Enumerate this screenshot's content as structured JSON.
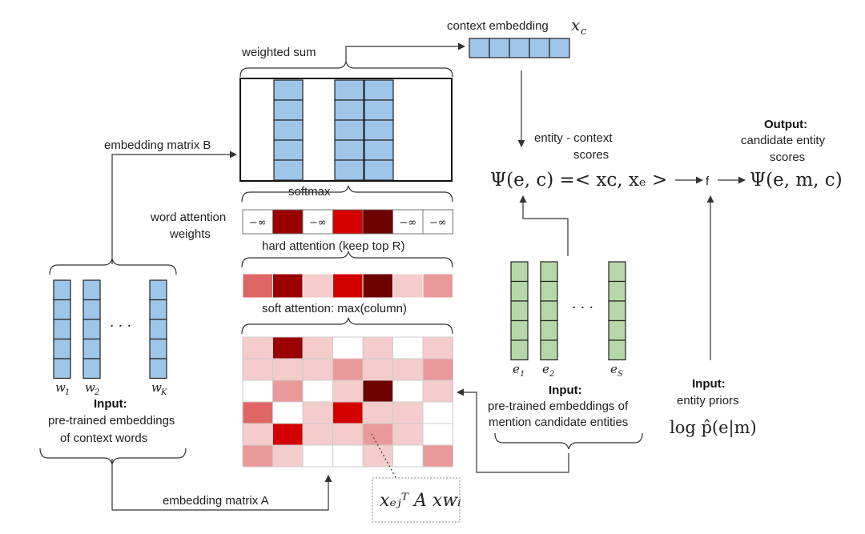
{
  "labels": {
    "context_embedding": "context embedding",
    "context_embedding_sym": "x",
    "context_embedding_sub": "c",
    "weighted_sum": "weighted sum",
    "embedding_matrix_b": "embedding matrix B",
    "softmax": "softmax",
    "word_attention_1": "word attention",
    "word_attention_2": "weights",
    "hard_attention": "hard attention (keep top R)",
    "soft_attention": "soft attention: max(column)",
    "embedding_matrix_a": "embedding matrix A",
    "entity_context_1": "entity - context",
    "entity_context_2": "scores",
    "psi_ec": "Ψ(e, c) =< xᴄ, xₑ >",
    "f": "f",
    "psi_emc": "Ψ(e, m, c)",
    "output_title": "Output:",
    "output_1": "candidate entity",
    "output_2": "scores",
    "input_left_title": "Input:",
    "input_left_1": "pre-trained embeddings",
    "input_left_2": "of context words",
    "input_mid_title": "Input:",
    "input_mid_1": "pre-trained embeddings of",
    "input_mid_2": "mention candidate entities",
    "input_right_title": "Input:",
    "input_right_1": "entity priors",
    "log_prior": "log p̂(e|m)",
    "formula": "xₑⱼᵀ A xᴡᵢ",
    "neg_inf": "−∞",
    "dots": "· · ·"
  },
  "word_labels": [
    "w1",
    "w2",
    "wK"
  ],
  "entity_labels": [
    "e1",
    "e2",
    "eS"
  ],
  "colors": {
    "blue_cell": "#9fc5e8",
    "green_cell": "#b6d7a8",
    "cell_border": "#222222"
  },
  "attention": {
    "weights": [
      "-inf",
      "#9b0000",
      "-inf",
      "#d40000",
      "#6e0000",
      "-inf",
      "-inf"
    ],
    "hard": [
      "#e06666",
      "#9b0000",
      "#f4cccc",
      "#d40000",
      "#6e0000",
      "#f4cccc",
      "#ea9999"
    ],
    "matrix": [
      [
        "#f4cccc",
        "#9b0000",
        "#f4cccc",
        "#ffffff",
        "#f4cccc",
        "#ffffff",
        "#f4cccc"
      ],
      [
        "#f4cccc",
        "#f4cccc",
        "#f4cccc",
        "#ea9999",
        "#f4cccc",
        "#f4cccc",
        "#ea9999"
      ],
      [
        "#ffffff",
        "#ea9999",
        "#ffffff",
        "#f4cccc",
        "#6e0000",
        "#ffffff",
        "#f4cccc"
      ],
      [
        "#e06666",
        "#ffffff",
        "#f4cccc",
        "#d40000",
        "#f4cccc",
        "#f4cccc",
        "#ffffff"
      ],
      [
        "#f4cccc",
        "#d40000",
        "#f4cccc",
        "#f4cccc",
        "#ea9999",
        "#f4cccc",
        "#ffffff"
      ],
      [
        "#ea9999",
        "#f4cccc",
        "#ffffff",
        "#ffffff",
        "#f4cccc",
        "#ffffff",
        "#ea9999"
      ]
    ]
  }
}
